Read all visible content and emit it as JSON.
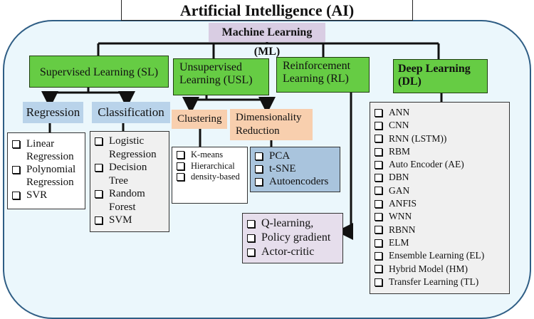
{
  "title": "Artificial Intelligence (AI)",
  "machine_learning": "Machine Learning (ML)",
  "categories": {
    "supervised": "Supervised Learning (SL)",
    "unsupervised_line1": "Unsupervised",
    "unsupervised_line2": "Learning (USL)",
    "reinforcement_line1": "Reinforcement",
    "reinforcement_line2": "Learning (RL)",
    "deep_line1": "Deep Learning",
    "deep_line2": "(DL)"
  },
  "subcategories": {
    "regression": "Regression",
    "classification": "Classification",
    "clustering": "Clustering",
    "dim_line1": "Dimensionality",
    "dim_line2": "Reduction"
  },
  "lists": {
    "regression": [
      "Linear Regression",
      "Polynomial Regression",
      "SVR"
    ],
    "classification": [
      "Logistic Regression",
      "Decision Tree",
      "Random Forest",
      "SVM"
    ],
    "clustering": [
      "K-means",
      "Hierarchical",
      "density-based"
    ],
    "dimensionality": [
      "PCA",
      "t-SNE",
      "Autoencoders"
    ],
    "reinforcement": [
      "Q-learning,",
      "Policy gradient",
      "Actor-critic"
    ],
    "deep_learning": [
      "ANN",
      "CNN",
      "RNN (LSTM))",
      "RBM",
      "Auto Encoder (AE)",
      "DBN",
      "GAN",
      "ANFIS",
      "WNN",
      "RBNN",
      "ELM",
      "Ensemble Learning (EL)",
      "Hybrid Model (HM)",
      "Transfer Learning (TL)"
    ]
  },
  "colors": {
    "category_green": "#66cc44",
    "ml_purple": "#d9cde3",
    "sub_blue": "#b9d3ea",
    "sub_orange": "#f8cfae",
    "outer_bg": "#ebf7fc",
    "outer_border": "#2f5e85"
  }
}
